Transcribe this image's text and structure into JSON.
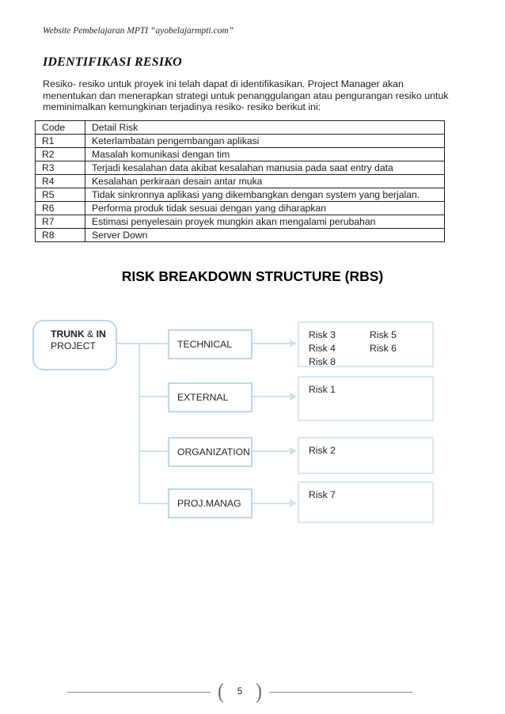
{
  "page": {
    "header": "Website Pembelajaran MPTI “ayobelajarmpti.com”",
    "footer": {
      "page_number": "5",
      "left_bracket": "(",
      "right_bracket": ")"
    }
  },
  "section": {
    "title": "IDENTIFIKASI RESIKO",
    "paragraph": "Resiko- resiko untuk proyek ini telah dapat di identifikasikan. Project Manager akan menentukan dan menerapkan strategi untuk penanggulangan atau pengurangan resiko untuk meminimalkan kemungkinan terjadinya resiko- resiko berikut ini:"
  },
  "risk_table": {
    "headers": [
      "Code",
      "Detail Risk"
    ],
    "rows": [
      {
        "code": "R1",
        "detail": "Keterlambatan pengembangan aplikasi"
      },
      {
        "code": "R2",
        "detail": "Masalah komunikasi dengan tim"
      },
      {
        "code": "R3",
        "detail": "Terjadi kesalahan data akibat kesalahan manusia pada saat entry data"
      },
      {
        "code": "R4",
        "detail": "Kesalahan perkiraan desain antar muka"
      },
      {
        "code": "R5",
        "detail": "Tidak sinkronnya aplikasi yang dikembangkan dengan system yang berjalan."
      },
      {
        "code": "R6",
        "detail": "Performa produk tidak sesuai dengan yang diharapkan"
      },
      {
        "code": "R7",
        "detail": "Estimasi penyelesain proyek mungkin akan mengalami perubahan"
      },
      {
        "code": "R8",
        "detail": "Server Down"
      }
    ]
  },
  "rbs": {
    "heading": "RISK BREAKDOWN STRUCTURE (RBS)",
    "root": {
      "bold1": "TRUNK",
      "amp": "&",
      "bold2": "IN",
      "line2": "PROJECT"
    },
    "categories": [
      {
        "label": "TECHNICAL"
      },
      {
        "label": "EXTERNAL"
      },
      {
        "label": "ORGANIZATION"
      },
      {
        "label": "PROJ.MANAG"
      }
    ],
    "risk_groups": [
      {
        "col1": [
          "Risk 3",
          "Risk 4",
          "Risk 8"
        ],
        "col2": [
          "Risk 5",
          "Risk 6"
        ]
      },
      {
        "col1": [
          "Risk 1"
        ]
      },
      {
        "col1": [
          "Risk 2"
        ]
      },
      {
        "col1": [
          "Risk 7"
        ]
      }
    ]
  },
  "colors": {
    "category_border": "#bdd8e8",
    "risk_border": "#d9e8f2",
    "connector": "#cfe2ee",
    "table_border": "#1f1f1f",
    "footer_line": "#8a8a8a"
  }
}
